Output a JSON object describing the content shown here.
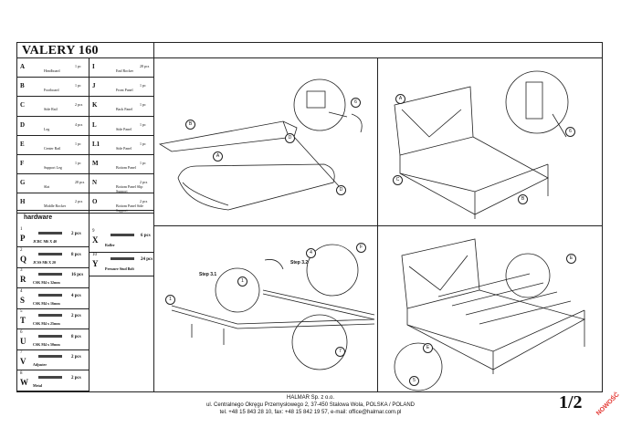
{
  "title": "VALERY 160",
  "parts": [
    {
      "letter": "A",
      "name": "Headboard",
      "qty": "1 pc"
    },
    {
      "letter": "B",
      "name": "Footboard",
      "qty": "1 pc"
    },
    {
      "letter": "C",
      "name": "Side Rail",
      "qty": "2 pcs"
    },
    {
      "letter": "D",
      "name": "Leg",
      "qty": "4 pcs"
    },
    {
      "letter": "E",
      "name": "Center Rail",
      "qty": "1 pc"
    },
    {
      "letter": "F",
      "name": "Support Leg",
      "qty": "1 pc"
    },
    {
      "letter": "G",
      "name": "Slat",
      "qty": "28 pcs"
    },
    {
      "letter": "H",
      "name": "Middle Rocker",
      "qty": "2 pcs"
    },
    {
      "letter": "I",
      "name": "End Rocker",
      "qty": "28 pcs"
    },
    {
      "letter": "J",
      "name": "Front Panel",
      "qty": "1 pc"
    },
    {
      "letter": "K",
      "name": "Back Panel",
      "qty": "1 pc"
    },
    {
      "letter": "L",
      "name": "Side Panel",
      "qty": "1 pc"
    },
    {
      "letter": "L1",
      "name": "Side Panel",
      "qty": "1 pc"
    },
    {
      "letter": "M",
      "name": "Bottom Panel",
      "qty": "1 pc"
    },
    {
      "letter": "N",
      "name": "Bottom Panel Slip Support",
      "qty": "2 pcs"
    },
    {
      "letter": "O",
      "name": "Bottom Panel Side Support",
      "qty": "2 pcs"
    }
  ],
  "hardware_title": "hardware",
  "hardware": [
    {
      "num": "1",
      "letter": "P",
      "name": "JCBC M6 X 40",
      "qty": "2 pcs"
    },
    {
      "num": "2",
      "letter": "Q",
      "name": "JCSS M6 X 20",
      "qty": "8 pcs"
    },
    {
      "num": "3",
      "letter": "R",
      "name": "CSK M4 x 32mm",
      "qty": "16 pcs"
    },
    {
      "num": "4",
      "letter": "S",
      "name": "CSK M4 x 16mm",
      "qty": "4 pcs"
    },
    {
      "num": "5",
      "letter": "T",
      "name": "CSK M4 x 25mm",
      "qty": "2 pcs"
    },
    {
      "num": "6",
      "letter": "U",
      "name": "CSK M4 x 50mm",
      "qty": "8 pcs"
    },
    {
      "num": "7",
      "letter": "V",
      "name": "Adjuster",
      "qty": "2 pcs"
    },
    {
      "num": "8",
      "letter": "W",
      "name": "Metal",
      "qty": "2 pcs"
    },
    {
      "num": "9",
      "letter": "X",
      "name": "Roller",
      "qty": "6 pcs"
    },
    {
      "num": "10",
      "letter": "Y",
      "name": "Pressure Stud Bolt",
      "qty": "24 pcs"
    }
  ],
  "steps": {
    "s31": "Step 3.1",
    "s32": "Step 3.2"
  },
  "footer": {
    "company": "HALMAR Sp. z o.o.",
    "address": "ul. Centralnego Okręgu Przemysłowego 2, 37-450 Stalowa Wola, POLSKA / POLAND",
    "contact": "tel. +48 15 843 28 10, fax: +48 15 842 19 57, e-mail: office@halmar.com.pl"
  },
  "page_number": "1/2",
  "stamp": "NOWOŚĆ"
}
